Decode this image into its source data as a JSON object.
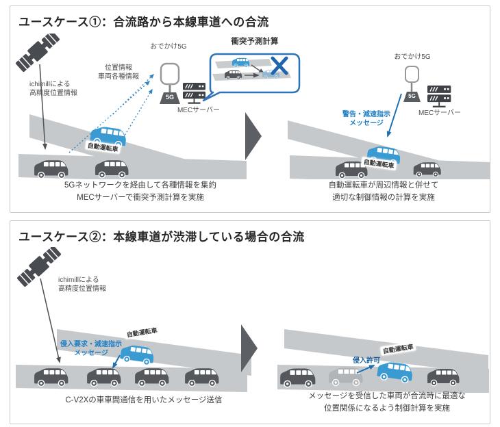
{
  "panel1": {
    "title": "ユースケース①：合流路から本線車道への合流",
    "labels": {
      "ichimill": "ichimillによる\n高精度位置情報",
      "position_info": "位置情報\n車両各種情報",
      "odekake5g_left": "おでかけ5G",
      "g5_left": "5G",
      "mec_left": "MECサーバー",
      "collision_calc": "衝突予測計算",
      "auto_car_left": "自動運転車",
      "odekake5g_right": "おでかけ5G",
      "g5_right": "5G",
      "mec_right": "MECサーバー",
      "warning": "警告・減速指示\nメッセージ",
      "auto_car_right": "自動運転車"
    },
    "captions": {
      "left": "5Gネットワークを経由して各種情報を集約\nMECサーバーで衝突予測計算を実施",
      "right": "自動運転車が周辺情報と併せて\n適切な制御情報の計算を実施"
    }
  },
  "panel2": {
    "title": "ユースケース②：本線車道が渋滞している場合の合流",
    "labels": {
      "ichimill": "ichimillによる\n高精度位置情報",
      "auto_car_left": "自動運転車",
      "request": "侵入要求・減速指示\nメッセージ",
      "auto_car_right": "自動運転車",
      "permission": "侵入許可"
    },
    "captions": {
      "left": "C-V2Xの車車間通信を用いたメッセージ送信",
      "right": "メッセージを受信した車両が合流時に最適な\n位置関係になるよう制御計算を実施"
    }
  },
  "colors": {
    "car_blue": "#3a9ad2",
    "car_dark": "#54585c",
    "car_light": "#b2b5b7",
    "road_gray": "#c6c9cb",
    "accent_blue": "#1d7fc6",
    "collision_x_blue": "#2263ad",
    "bubble_border": "#2f74b5"
  }
}
